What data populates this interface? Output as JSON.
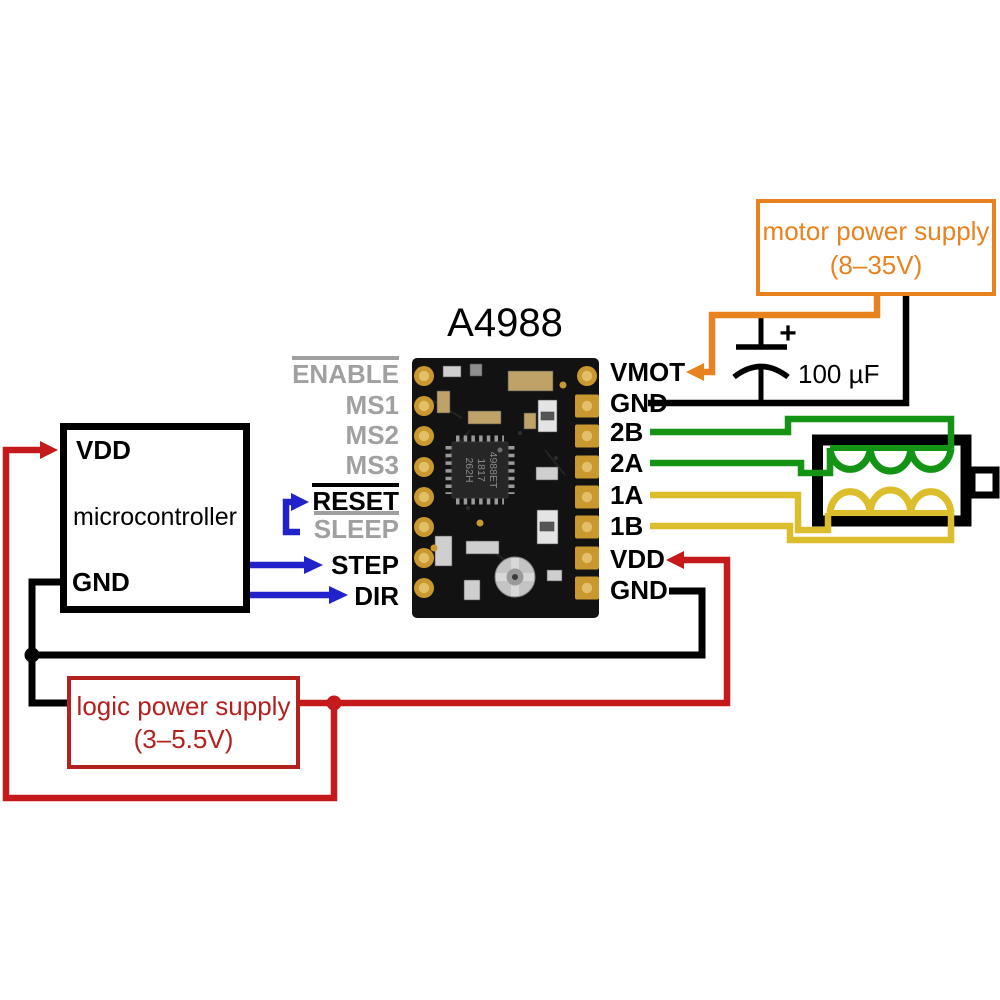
{
  "title": "A4988",
  "driver": {
    "left_pins": [
      {
        "label": "ENABLE"
      },
      {
        "label": "MS1"
      },
      {
        "label": "MS2"
      },
      {
        "label": "MS3"
      },
      {
        "label": "RESET"
      },
      {
        "label": "SLEEP"
      },
      {
        "label": "STEP"
      },
      {
        "label": "DIR"
      }
    ],
    "right_pins": [
      {
        "label": "VMOT"
      },
      {
        "label": "GND"
      },
      {
        "label": "2B"
      },
      {
        "label": "2A"
      },
      {
        "label": "1A"
      },
      {
        "label": "1B"
      },
      {
        "label": "VDD"
      },
      {
        "label": "GND"
      }
    ],
    "chip_marking": {
      "line1": "4988ET",
      "line2": "1817",
      "line3": "262H"
    }
  },
  "microcontroller": {
    "pin_vdd": "VDD",
    "name": "microcontroller",
    "pin_gnd": "GND"
  },
  "motor_power_supply": {
    "line1": "motor power supply",
    "line2": "(8–35V)"
  },
  "logic_power_supply": {
    "line1": "logic power supply",
    "line2": "(3–5.5V)"
  },
  "capacitor": {
    "value": "100 µF",
    "polarity_sign": "+"
  },
  "colors": {
    "motor_supply_orange": "#E8821E",
    "logic_supply_red": "#B3211F",
    "wire_red": "#C41A1C",
    "wire_blue": "#2222CC",
    "wire_green": "#149414",
    "wire_yellow": "#DCBE2C",
    "wire_black": "#000000",
    "muted_pin_gray": "#A0A0A0",
    "pcb_black": "#121212",
    "pad_gold": "#C9992F"
  }
}
